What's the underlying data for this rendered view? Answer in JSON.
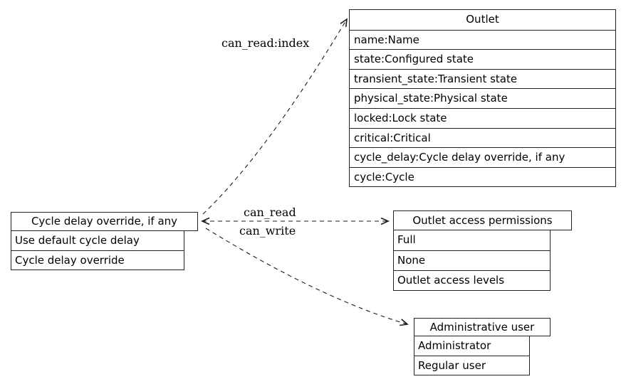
{
  "nodes": {
    "outlet": {
      "title": "Outlet",
      "rows": [
        "name:Name",
        "state:Configured state",
        "transient_state:Transient state",
        "physical_state:Physical state",
        "locked:Lock state",
        "critical:Critical",
        "cycle_delay:Cycle delay override, if any",
        "cycle:Cycle"
      ]
    },
    "cycle_delay_field": {
      "title": "Cycle delay override, if any",
      "rows": [
        "Use default cycle delay",
        "Cycle delay override"
      ]
    },
    "outlet_access_permissions": {
      "title": "Outlet access permissions",
      "rows": [
        "Full",
        "None",
        "Outlet access levels"
      ]
    },
    "administrative_user": {
      "title": "Administrative user",
      "rows": [
        "Administrator",
        "Regular user"
      ]
    }
  },
  "edges": {
    "read_index": {
      "label": "can_read:index",
      "style": "dashed",
      "from": "cycle_delay_field",
      "to": "outlet",
      "arrowheads": "end"
    },
    "read": {
      "label": "can_read",
      "style": "dashed",
      "from": "cycle_delay_field",
      "to": "outlet_access_permissions",
      "arrowheads": "both"
    },
    "write": {
      "label": "can_write",
      "style": "dashed",
      "from": "cycle_delay_field",
      "to": "administrative_user",
      "arrowheads": "end"
    }
  },
  "colors": {
    "background": "#ffffff",
    "border": "#222222",
    "edge_line": "#1a1a1a",
    "text": "#000000"
  }
}
